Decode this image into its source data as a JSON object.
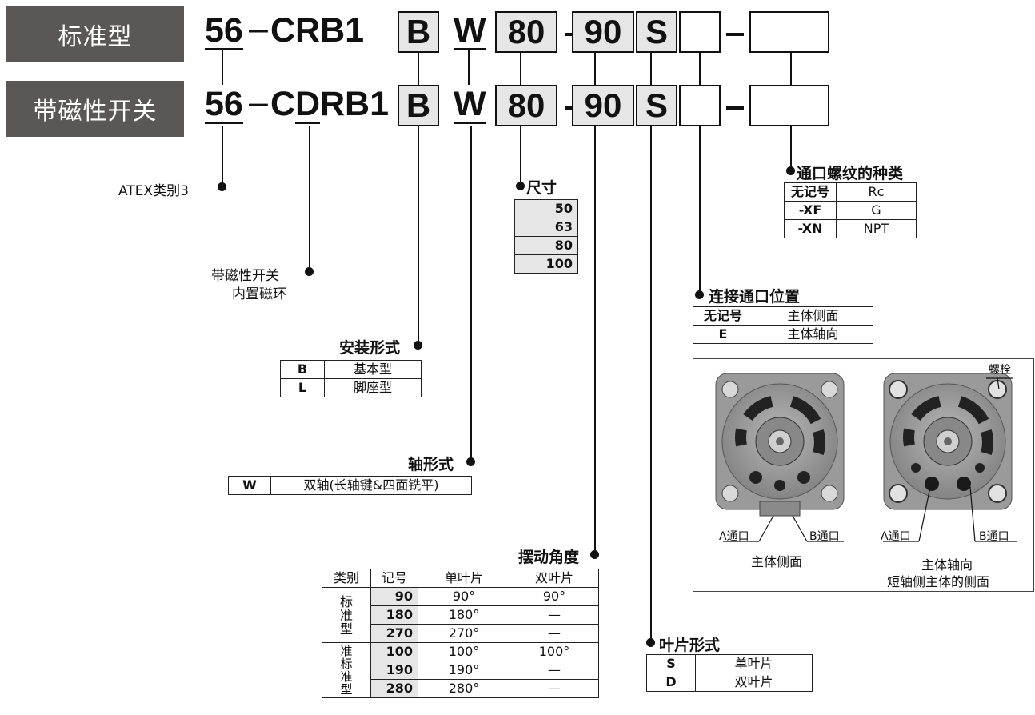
{
  "labels": {
    "standard": "标准型",
    "magnetic": "带磁性开关"
  },
  "row1": {
    "prefix": "56",
    "dash": "–",
    "series": "CRB1",
    "mount": "B",
    "shaft": "W",
    "size": "80",
    "sep": "–",
    "angle": "90",
    "vane": "S"
  },
  "row2": {
    "prefix": "56",
    "dash": "–",
    "series_a": "C",
    "series_d": "D",
    "series_b": "RB1",
    "mount": "B",
    "shaft": "W",
    "size": "80",
    "sep": "–",
    "angle": "90",
    "vane": "S"
  },
  "atex": "ATEX类别3",
  "magnet_note": [
    "带磁性开关",
    "内置磁环"
  ],
  "size": {
    "title": "尺寸",
    "values": [
      "50",
      "63",
      "80",
      "100"
    ]
  },
  "mount": {
    "title": "安装形式",
    "rows": [
      {
        "code": "B",
        "desc": "基本型"
      },
      {
        "code": "L",
        "desc": "脚座型"
      }
    ]
  },
  "shaft": {
    "title": "轴形式",
    "rows": [
      {
        "code": "W",
        "desc": "双轴(长轴键&四面铣平)"
      }
    ]
  },
  "thread": {
    "title": "通口螺纹的种类",
    "rows": [
      {
        "code": "无记号",
        "desc": "Rc"
      },
      {
        "code": "-XF",
        "desc": "G"
      },
      {
        "code": "-XN",
        "desc": "NPT"
      }
    ]
  },
  "port": {
    "title": "连接通口位置",
    "rows": [
      {
        "code": "无记号",
        "desc": "主体侧面"
      },
      {
        "code": "E",
        "desc": "主体轴向"
      }
    ]
  },
  "angle": {
    "title": "摆动角度",
    "headers": [
      "类别",
      "记号",
      "单叶片",
      "双叶片"
    ],
    "groups": [
      {
        "category": [
          "标",
          "准",
          "型"
        ],
        "rows": [
          {
            "code": "90",
            "single": "90°",
            "double": "90°"
          },
          {
            "code": "180",
            "single": "180°",
            "double": "—"
          },
          {
            "code": "270",
            "single": "270°",
            "double": "—"
          }
        ]
      },
      {
        "category": [
          "准",
          "标",
          "准",
          "型"
        ],
        "rows": [
          {
            "code": "100",
            "single": "100°",
            "double": "100°"
          },
          {
            "code": "190",
            "single": "190°",
            "double": "—"
          },
          {
            "code": "280",
            "single": "280°",
            "double": "—"
          }
        ]
      }
    ]
  },
  "vane": {
    "title": "叶片形式",
    "rows": [
      {
        "code": "S",
        "desc": "单叶片"
      },
      {
        "code": "D",
        "desc": "双叶片"
      }
    ]
  },
  "photo": {
    "bolt": "螺栓",
    "a_port": "A通口",
    "b_port": "B通口",
    "caption_left": "主体侧面",
    "caption_right_1": "主体轴向",
    "caption_right_2": "短轴侧主体的侧面"
  }
}
